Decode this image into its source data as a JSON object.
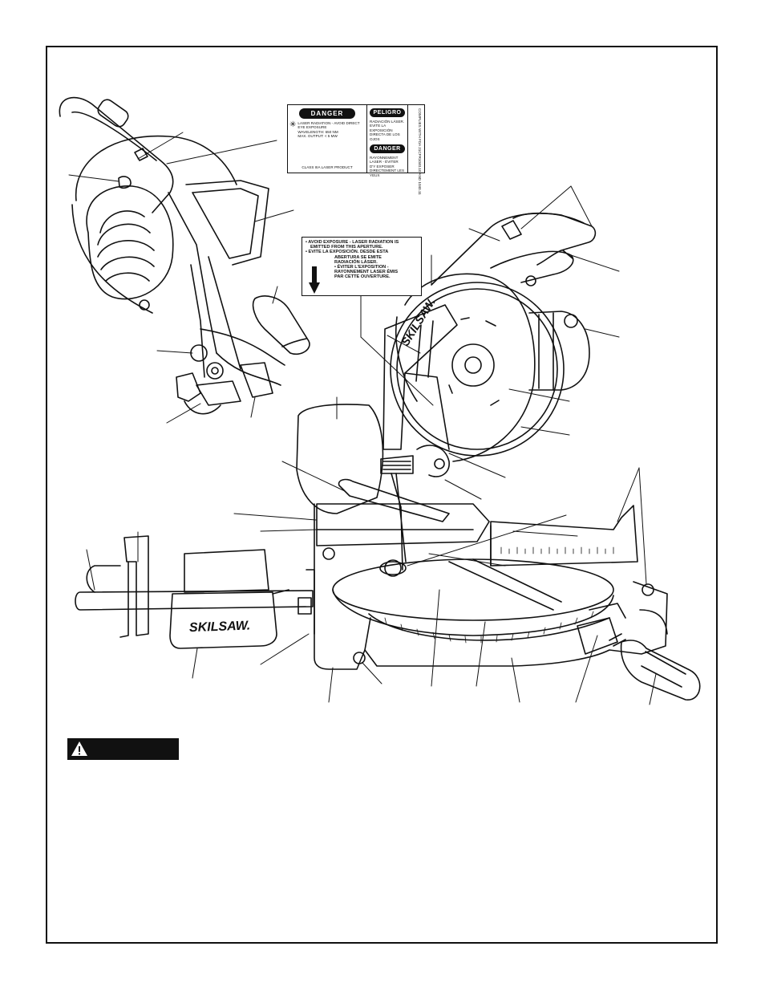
{
  "danger_label": {
    "title_en": "DANGER",
    "text_laser": "LASER RADIATION - AVOID DIRECT EYE EXPOSURE",
    "text_wavelength": "WAVELENGTH: 650 nm",
    "text_output": "Max. Output: < 5 mW",
    "text_class": "CLASS IIIa LASER PRODUCT",
    "title_es": "PELIGRO",
    "text_es": "RADIACIÓN LÁSER. EVITE LA EXPOSICIÓN DIRECTA DE LOS OJOS",
    "title_fr": "DANGER",
    "text_fr": "RAYONNEMENT LASER - ÉVITER D'Y EXPOSER DIRECTEMENT LES YEUX",
    "text_compliance": "COMPLIES WITH FDA 21CFR1040.10 AND 1040.11"
  },
  "aperture_label": {
    "line_en_1": "• AVOID EXPOSURE - LASER RADIATION IS",
    "line_en_2": "EMITTED FROM THIS APERTURE.",
    "line_es_1": "• EVITE LA EXPOSICIÓN. DESDE ESTA",
    "line_es_2": "ABERTURA SE EMITE",
    "line_es_3": "RADIACIÓN LÁSER.",
    "line_fr_1": "• ÉVITER L'EXPOSITION -",
    "line_fr_2": "RAYONNEMENT LASER ÉMIS",
    "line_fr_3": "PAR CETTE OUVERTURE."
  },
  "brand": {
    "blade_guard_logo": "SKILSAW.",
    "extension_logo": "SKILSAW."
  },
  "icons": {
    "warning": "warning-triangle-icon",
    "laser": "laser-starburst-icon",
    "arrow": "arrow-down-icon"
  },
  "colors": {
    "ink": "#111111",
    "paper": "#ffffff"
  }
}
